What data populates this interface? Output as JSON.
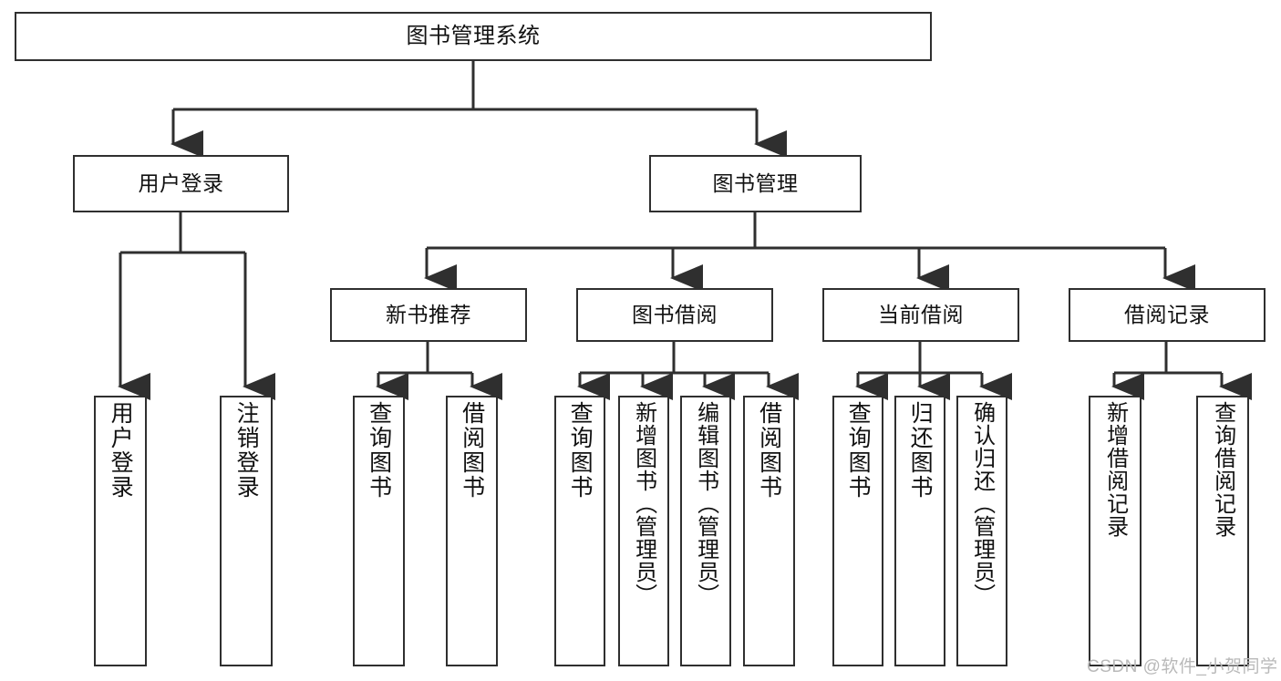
{
  "diagram": {
    "title": "图书管理系统",
    "type": "tree-hierarchy-chart",
    "watermark": "CSDN @软件_小贺同学",
    "colors": {
      "node_border": "#2f2f2f",
      "node_fill": "#ffffff",
      "edge": "#2f2f2f",
      "text": "#111111",
      "watermark": "#b9b9b9",
      "background": "#ffffff"
    },
    "nodes": {
      "root": {
        "label": "图书管理系统"
      },
      "level2": [
        {
          "label": "用户登录"
        },
        {
          "label": "图书管理"
        }
      ],
      "level3": [
        {
          "label": "新书推荐"
        },
        {
          "label": "图书借阅"
        },
        {
          "label": "当前借阅"
        },
        {
          "label": "借阅记录"
        }
      ],
      "leaves": {
        "user_login": [
          {
            "label": "用户登录"
          },
          {
            "label": "注销登录"
          }
        ],
        "new_book_recommend": [
          {
            "label": "查询图书"
          },
          {
            "label": "借阅图书"
          }
        ],
        "book_borrow": [
          {
            "label": "查询图书"
          },
          {
            "label": "新增图书（管理员）"
          },
          {
            "label": "编辑图书（管理员）"
          },
          {
            "label": "借阅图书"
          }
        ],
        "current_borrow": [
          {
            "label": "查询图书"
          },
          {
            "label": "归还图书"
          },
          {
            "label": "确认归还（管理员）"
          }
        ],
        "borrow_record": [
          {
            "label": "新增借阅记录"
          },
          {
            "label": "查询借阅记录"
          }
        ]
      }
    }
  }
}
